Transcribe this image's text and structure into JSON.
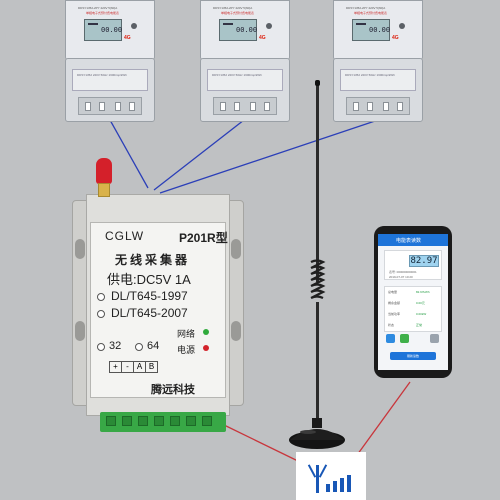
{
  "scene": {
    "line_color_blue": "#2b3fb8",
    "line_color_red": "#c8363c",
    "antenna_color": "#1f1f1f"
  },
  "meters": [
    {
      "header_text": "DDSY1352-2PY  220V 5(60)A",
      "title_text": "单相电子式预付费电能表",
      "lcd_digits": "00.00",
      "logo_text": "4G",
      "cover_text": "DDSY1352  220V  50Hz  1600imp/kWh"
    },
    {
      "header_text": "DDSY1352-2PY  220V 5(60)A",
      "title_text": "单相电子式预付费电能表",
      "lcd_digits": "00.00",
      "logo_text": "4G",
      "cover_text": "DDSY1352  220V  50Hz  1600imp/kWh"
    },
    {
      "header_text": "DDSY1352-2PY  220V 5(60)A",
      "title_text": "单相电子式预付费电能表",
      "lcd_digits": "00.00",
      "logo_text": "4G",
      "cover_text": "DDSY1352  220V  50Hz  1600imp/kWh"
    }
  ],
  "collector": {
    "model_prefix": "CGLW",
    "model": "P201R型",
    "name": "无线采集器",
    "power": "供电:DC5V  1A",
    "protocol_1": "DL/T645-1997",
    "protocol_2": "DL/T645-2007",
    "bits_1": "32",
    "bits_2": "64",
    "status_network": "网络",
    "status_power": "电源",
    "pins": [
      "+",
      "-",
      "A",
      "B"
    ],
    "brand": "腾远科技",
    "led_network_color": "#2faa3c",
    "led_power_color": "#d3232b",
    "terminal_color": "#38a846"
  },
  "phone": {
    "app_title": "电能表读数",
    "reading": "82.97",
    "info_lines": [
      "表号: 000000000001",
      "2019-07-07 10:20"
    ],
    "rows": [
      {
        "label": "总电量",
        "value": "82.97kWh"
      },
      {
        "label": "剩余金额",
        "value": "0.00元"
      },
      {
        "label": "当前功率",
        "value": "0.00kW"
      },
      {
        "label": "状态",
        "value": "正常"
      }
    ],
    "action_label": "刷新读数"
  }
}
